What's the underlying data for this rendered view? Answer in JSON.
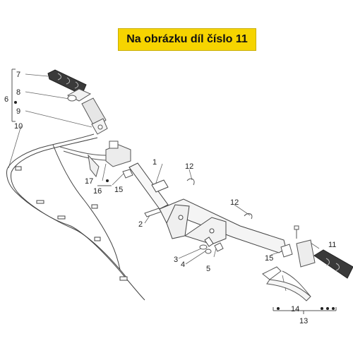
{
  "banner": {
    "text": "Na obrázku díl číslo 11"
  },
  "callouts": {
    "c1": "1",
    "c2": "2",
    "c3": "3",
    "c4": "4",
    "c5": "5",
    "c6": "6",
    "c7": "7",
    "c8": "8",
    "c9": "9",
    "c10": "10",
    "c11": "11",
    "c12a": "12",
    "c12b": "12",
    "c13": "13",
    "c14": "14",
    "c15a": "15",
    "c15b": "15",
    "c16": "16",
    "c17": "17"
  },
  "colors": {
    "banner_bg": "#f6d400",
    "line": "#555555",
    "grip_dark": "#3a3a3a"
  }
}
